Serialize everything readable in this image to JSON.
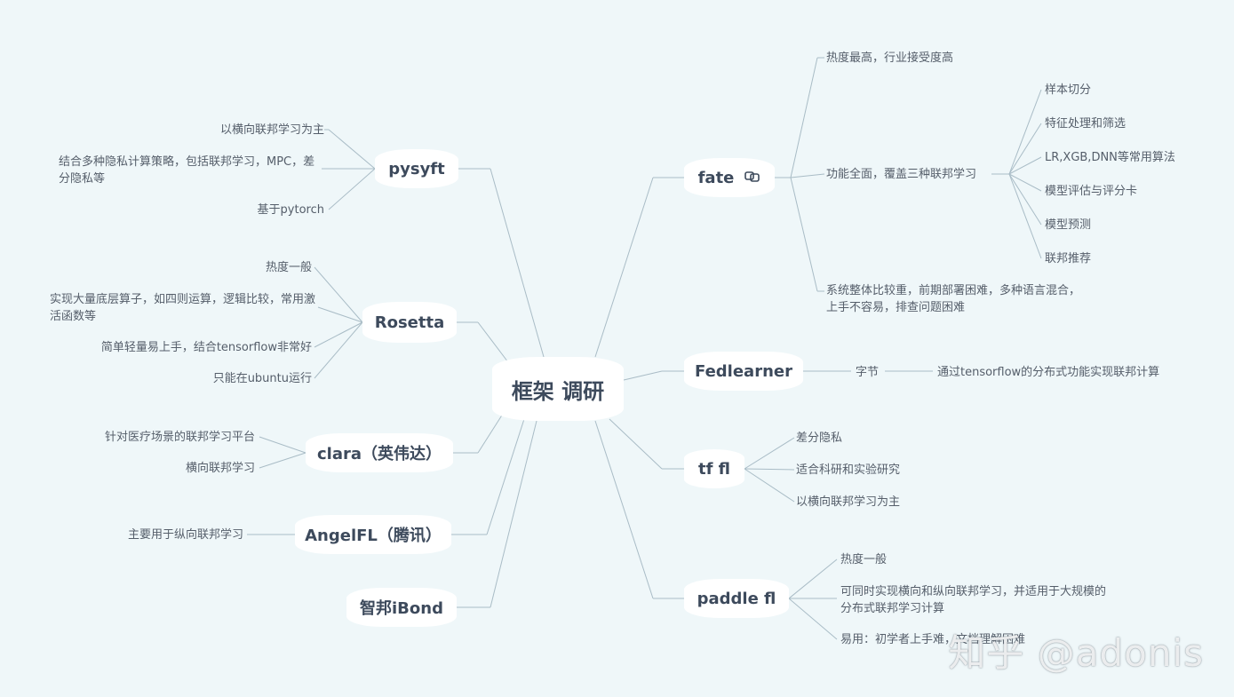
{
  "root": {
    "label": "框架 调研"
  },
  "left": {
    "pysyft": {
      "label": "pysyft",
      "items": [
        "以横向联邦学习为主",
        "结合多种隐私计算策略，包括联邦学习，MPC，差分隐私等",
        "基于pytorch"
      ]
    },
    "rosetta": {
      "label": "Rosetta",
      "items": [
        "热度一般",
        "实现大量底层算子，如四则运算，逻辑比较，常用激活函数等",
        "简单轻量易上手，结合tensorflow非常好",
        "只能在ubuntu运行"
      ]
    },
    "clara": {
      "label": "clara（英伟达）",
      "items": [
        "针对医疗场景的联邦学习平台",
        "横向联邦学习"
      ]
    },
    "angelfl": {
      "label": "AngelFL（腾讯）",
      "items": [
        "主要用于纵向联邦学习"
      ]
    },
    "ibond": {
      "label": "智邦iBond"
    }
  },
  "right": {
    "fate": {
      "label": "fate",
      "icon": "link-icon",
      "items": [
        "热度最高，行业接受度高",
        "功能全面，覆盖三种联邦学习",
        "系统整体比较重，前期部署困难，多种语言混合，上手不容易，排查问题困难"
      ],
      "sub_items": [
        "样本切分",
        "特征处理和筛选",
        "LR,XGB,DNN等常用算法",
        "模型评估与评分卡",
        "模型预测",
        "联邦推荐"
      ]
    },
    "fedlearner": {
      "label": "Fedlearner",
      "items": [
        "字节"
      ],
      "sub_items": [
        "通过tensorflow的分布式功能实现联邦计算"
      ]
    },
    "tffl": {
      "label": "tf fl",
      "items": [
        "差分隐私",
        "适合科研和实验研究",
        "以横向联邦学习为主"
      ]
    },
    "paddlefl": {
      "label": "paddle fl",
      "items": [
        "热度一般",
        " 可同时实现横向和纵向联邦学习，并适用于大规模的分布式联邦学习计算",
        "易用：初学者上手难，文档理解困难"
      ]
    }
  },
  "watermark": "知乎 @adonis",
  "colors": {
    "background": "#eff7f9",
    "line": "#a9bcc6",
    "node": "#ffffff",
    "node_text": "#3d4a5c",
    "leaf_text": "#555e6a"
  }
}
